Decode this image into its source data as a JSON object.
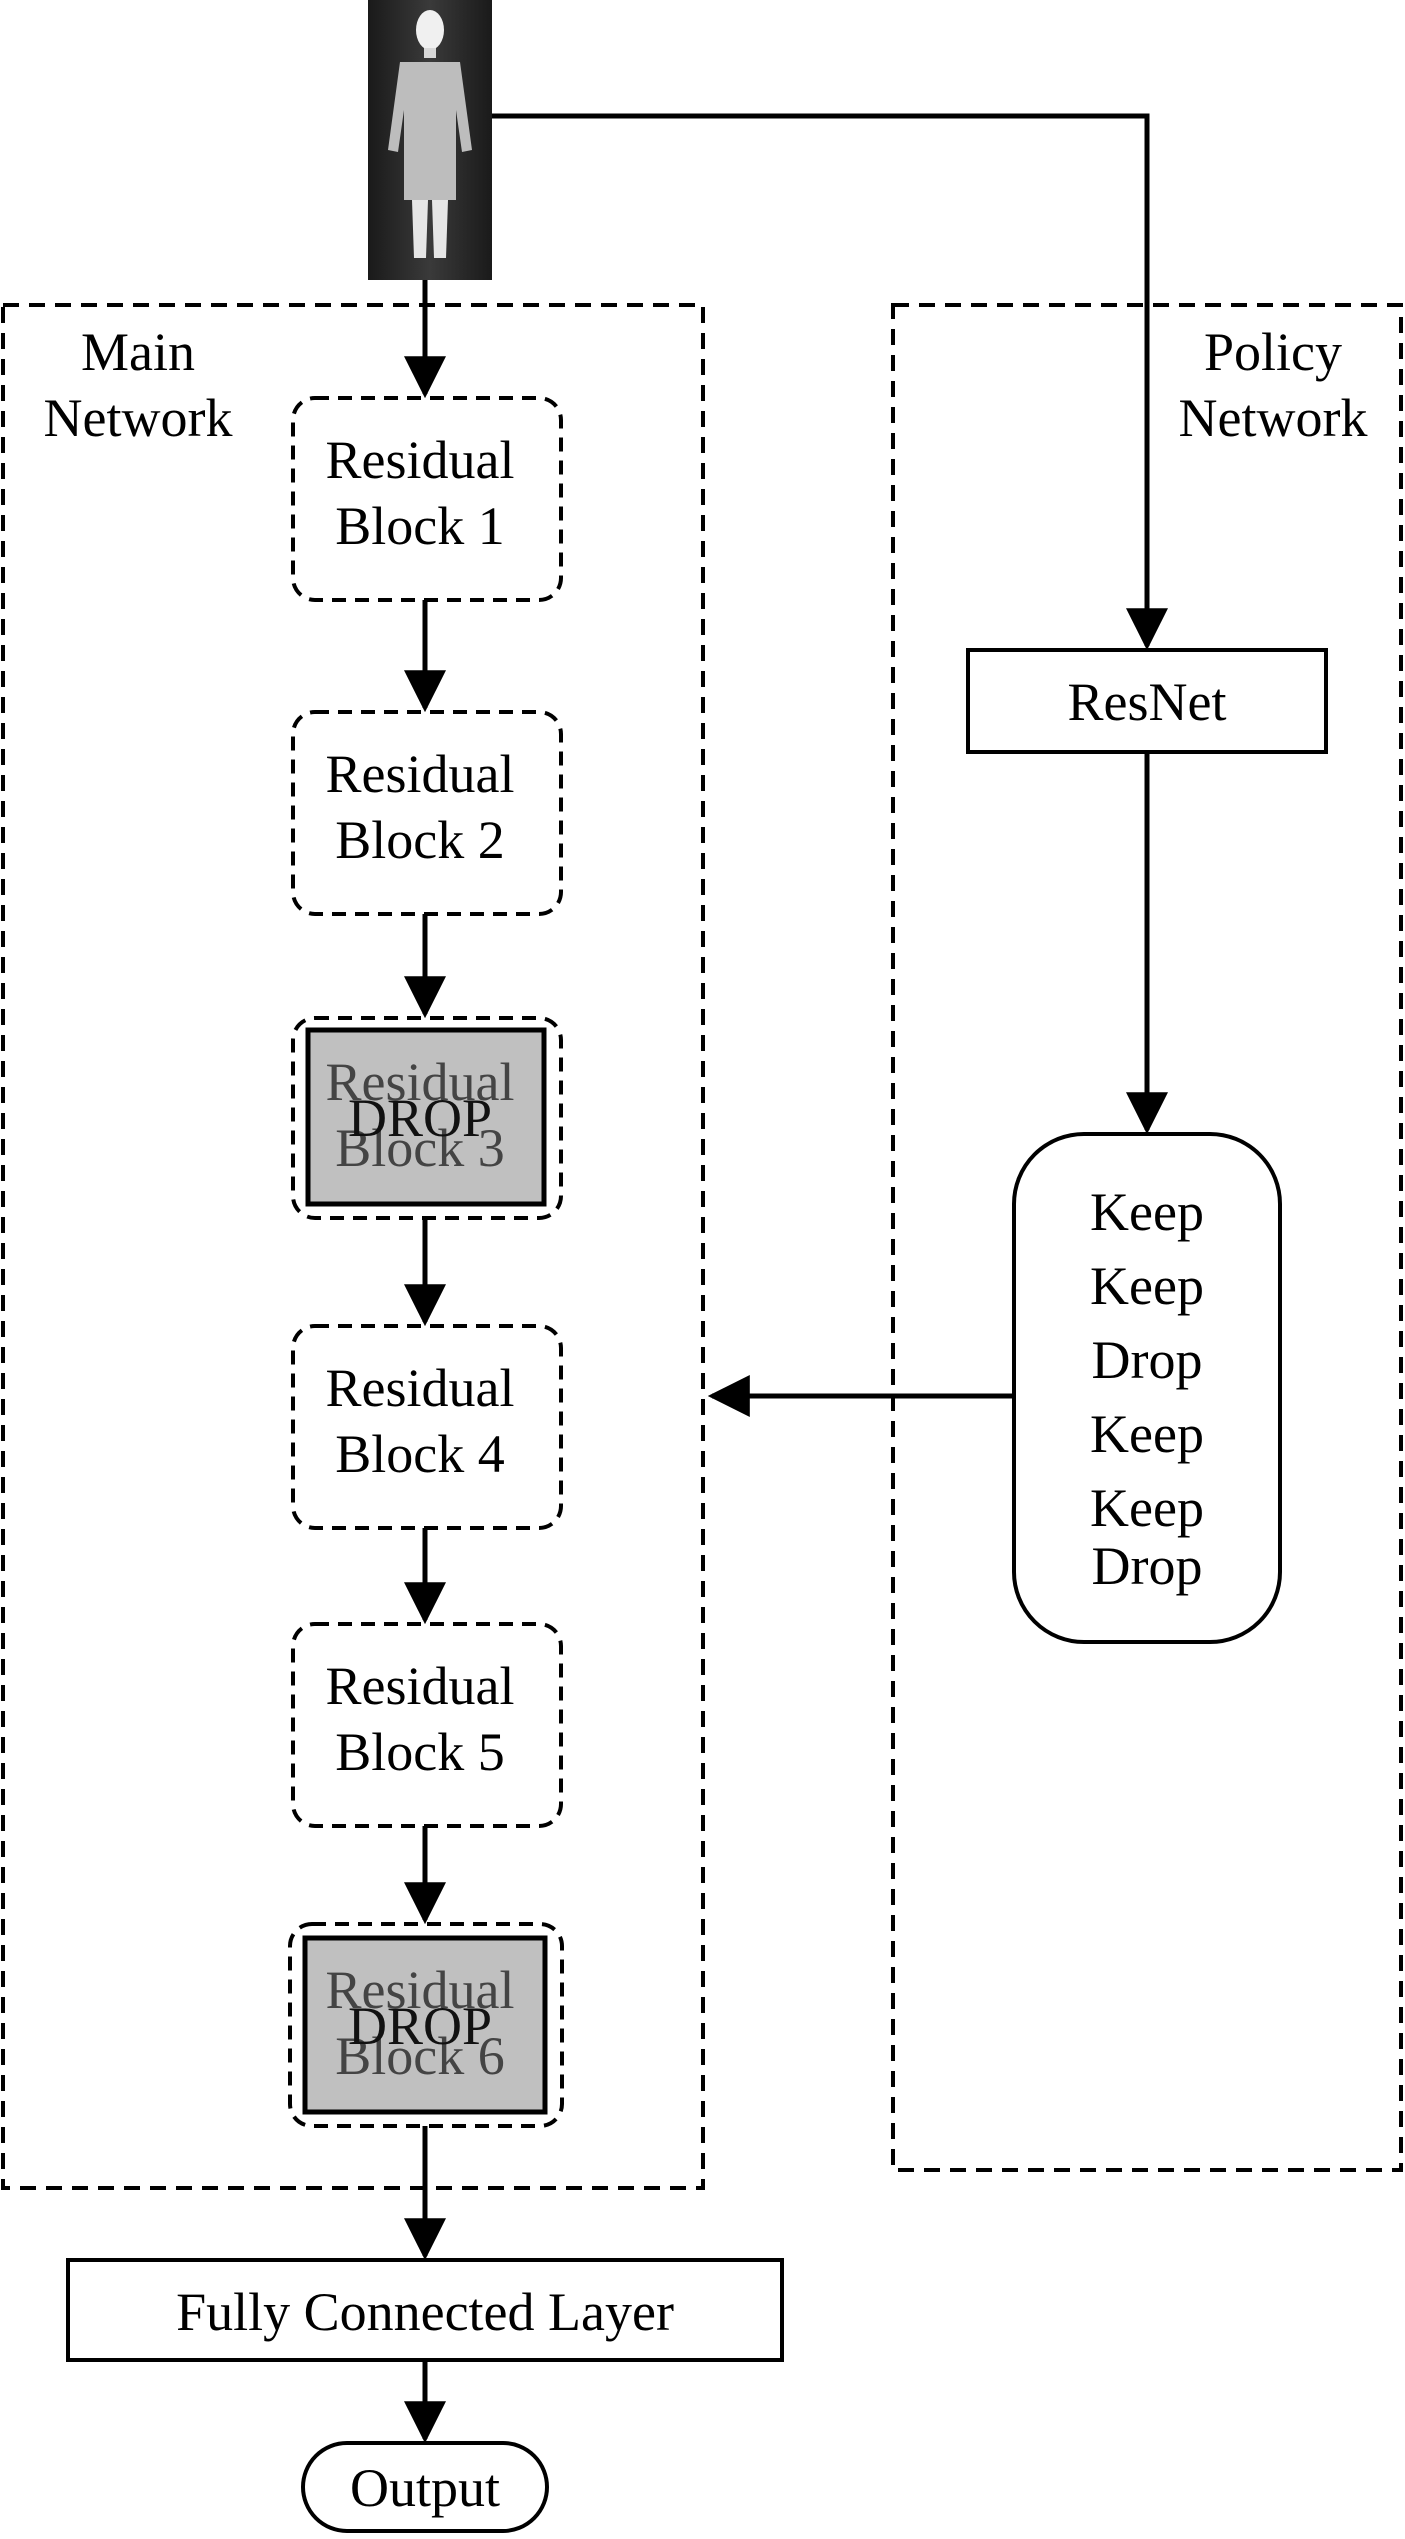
{
  "input": {
    "figure_icon": "person-thermal-silhouette-icon"
  },
  "main_network": {
    "title_line1": "Main",
    "title_line2": "Network",
    "blocks": [
      {
        "line1": "Residual",
        "line2": "Block 1",
        "dropped": false
      },
      {
        "line1": "Residual",
        "line2": "Block 2",
        "dropped": false
      },
      {
        "line1": "Residual",
        "line2": "Block 3",
        "dropped": true,
        "overlay": "DROP"
      },
      {
        "line1": "Residual",
        "line2": "Block 4",
        "dropped": false
      },
      {
        "line1": "Residual",
        "line2": "Block 5",
        "dropped": false
      },
      {
        "line1": "Residual",
        "line2": "Block 6",
        "dropped": true,
        "overlay": "DROP"
      }
    ]
  },
  "policy_network": {
    "title_line1": "Policy",
    "title_line2": "Network",
    "resnet_label": "ResNet",
    "decisions": [
      "Keep",
      "Keep",
      "Drop",
      "Keep",
      "Keep",
      "Drop"
    ]
  },
  "fc_layer": {
    "label": "Fully Connected Layer"
  },
  "output": {
    "label": "Output"
  },
  "colors": {
    "drop_fill": "#c0c0c0",
    "line": "#000000",
    "background": "#ffffff"
  }
}
